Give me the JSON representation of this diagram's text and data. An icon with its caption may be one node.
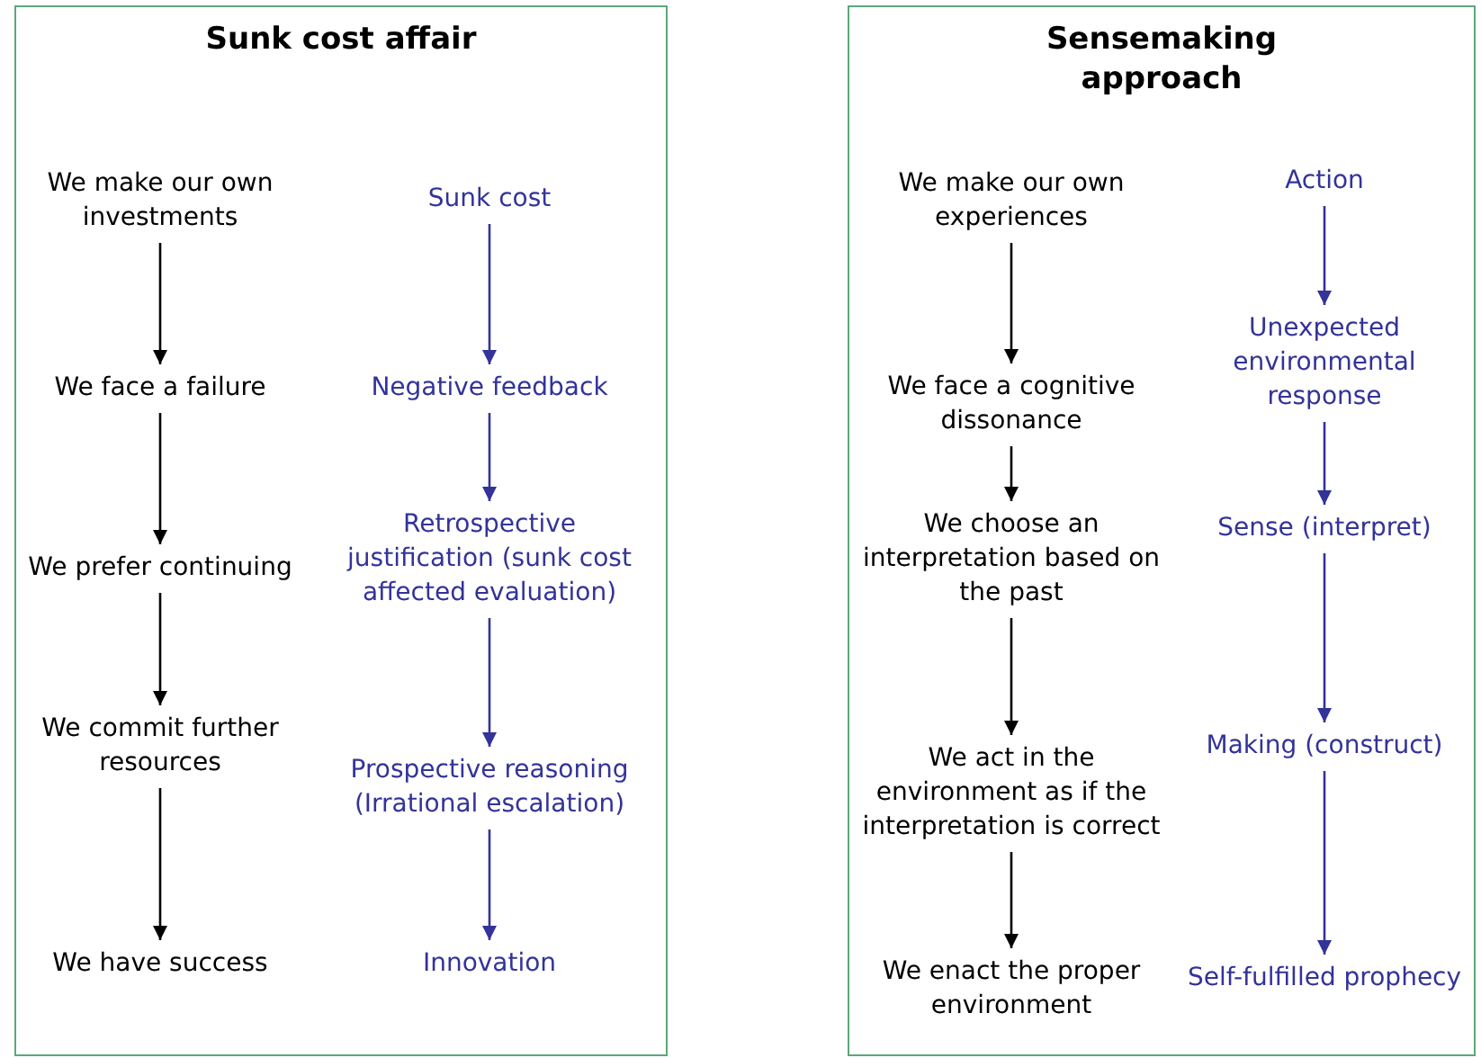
{
  "diagram": {
    "nodes": [
      {
        "text": [
          "Sunk cost affair"
        ]
      },
      {
        "text": [
          "We make our own investments"
        ],
        "in": 0
      },
      {
        "text": [
          "We face a failure"
        ],
        "in": 0
      },
      {
        "text": [
          "We prefer continuing"
        ],
        "in": 0
      },
      {
        "text": [
          "We commit further resources"
        ],
        "in": 0
      },
      {
        "text": [
          "We have success"
        ],
        "in": 0
      },
      {
        "text": [
          "Sunk cost"
        ],
        "in": 0
      },
      {
        "text": [
          "Negative feedback"
        ],
        "in": 0
      },
      {
        "text": [
          "Retrospective justification (sunk cost affected evaluation)"
        ],
        "in": 0
      },
      {
        "text": [
          "Prospective reasoning (Irrational escalation)"
        ],
        "in": 0
      },
      {
        "text": [
          "Innovation"
        ],
        "in": 0
      },
      {
        "text": [
          "Sensemaking approach"
        ]
      },
      {
        "text": [
          "We make our own experiences"
        ],
        "in": 11
      },
      {
        "text": [
          "We face a cognitive dissonance"
        ],
        "in": 11
      },
      {
        "text": [
          "We choose an interpretation based on the past"
        ],
        "in": 11
      },
      {
        "text": [
          "We act in the environment as if the interpretation is correct"
        ],
        "in": 11
      },
      {
        "text": [
          "We enact the proper environment"
        ],
        "in": 11
      },
      {
        "text": [
          "Action"
        ],
        "in": 11
      },
      {
        "text": [
          "Unexpected environmental response"
        ],
        "in": 11
      },
      {
        "text": [
          "Sense (interpret)"
        ],
        "in": 11
      },
      {
        "text": [
          "Making (construct)"
        ],
        "in": 11
      },
      {
        "text": [
          "Self-fulfilled prophecy"
        ],
        "in": 11
      }
    ],
    "edges": [
      {
        "from": 1,
        "to": 2,
        "arrow": "to",
        "color": "#000000"
      },
      {
        "from": 2,
        "to": 3,
        "arrow": "to",
        "color": "#000000"
      },
      {
        "from": 3,
        "to": 4,
        "arrow": "to",
        "color": "#000000"
      },
      {
        "from": 4,
        "to": 5,
        "arrow": "to",
        "color": "#000000"
      },
      {
        "from": 6,
        "to": 7,
        "arrow": "to",
        "color": "#333399"
      },
      {
        "from": 7,
        "to": 8,
        "arrow": "to",
        "color": "#333399"
      },
      {
        "from": 8,
        "to": 9,
        "arrow": "to",
        "color": "#333399"
      },
      {
        "from": 9,
        "to": 10,
        "arrow": "to",
        "color": "#333399"
      },
      {
        "from": 12,
        "to": 13,
        "arrow": "to",
        "color": "#000000"
      },
      {
        "from": 13,
        "to": 14,
        "arrow": "to",
        "color": "#000000"
      },
      {
        "from": 14,
        "to": 15,
        "arrow": "to",
        "color": "#000000"
      },
      {
        "from": 15,
        "to": 16,
        "arrow": "to",
        "color": "#000000"
      },
      {
        "from": 17,
        "to": 18,
        "arrow": "to",
        "color": "#333399"
      },
      {
        "from": 18,
        "to": 19,
        "arrow": "to",
        "color": "#333399"
      },
      {
        "from": 19,
        "to": 20,
        "arrow": "to",
        "color": "#333399"
      },
      {
        "from": 20,
        "to": 21,
        "arrow": "to",
        "color": "#333399"
      }
    ]
  }
}
